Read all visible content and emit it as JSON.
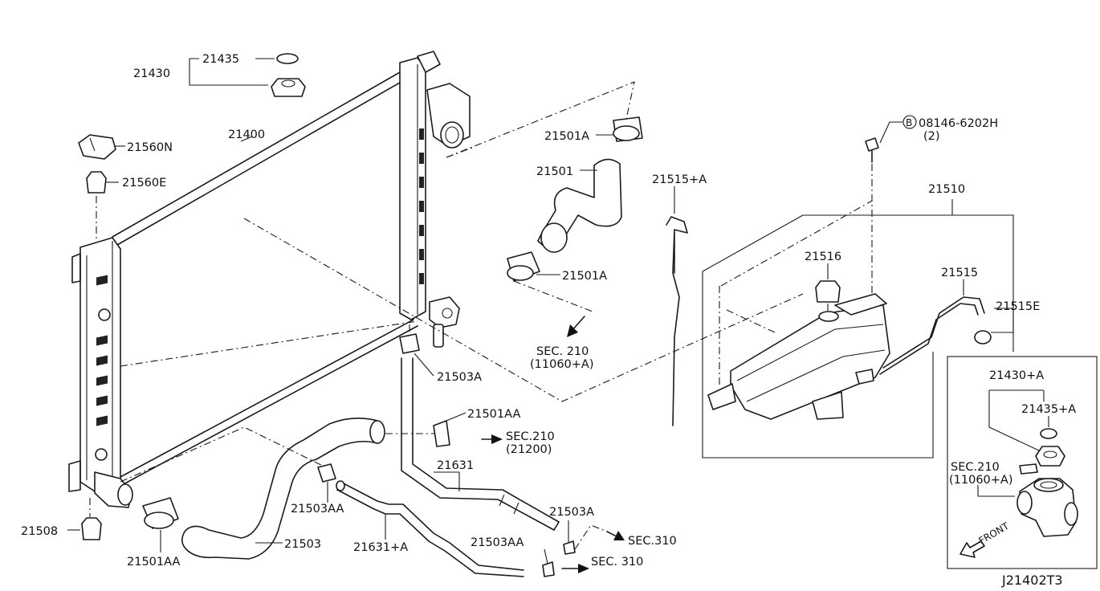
{
  "diagram_id": "J21402T3",
  "labels": {
    "p21435": "21435",
    "p21430": "21430",
    "p21560N": "21560N",
    "p21560E": "21560E",
    "p21400": "21400",
    "p21501A_top": "21501A",
    "p21501": "21501",
    "p21501A_mid": "21501A",
    "sec210_a": "SEC. 210",
    "sec210_a_ref": "(11060+A)",
    "p21515A": "21515+A",
    "bolt_mark": "B",
    "bolt_part": "08146-6202H",
    "bolt_qty": "(2)",
    "p21510": "21510",
    "p21516": "21516",
    "p21515": "21515",
    "p21515E": "21515E",
    "p21503A_mid": "21503A",
    "p21501AA_mid": "21501AA",
    "sec210_b": "SEC.210",
    "sec210_b_ref": "(21200)",
    "p21631": "21631",
    "p21508": "21508",
    "p21503AA_left": "21503AA",
    "p21503": "21503",
    "p21631A": "21631+A",
    "p21503A_low": "21503A",
    "sec310_a": "SEC.310",
    "p21503AA_low": "21503AA",
    "sec310_b": "SEC. 310",
    "p21501AA_low": "21501AA",
    "p21430A": "21430+A",
    "p21435A": "21435+A",
    "sec210_c": "SEC.210",
    "sec210_c_ref": "(11060+A)",
    "front": "FRONT"
  }
}
